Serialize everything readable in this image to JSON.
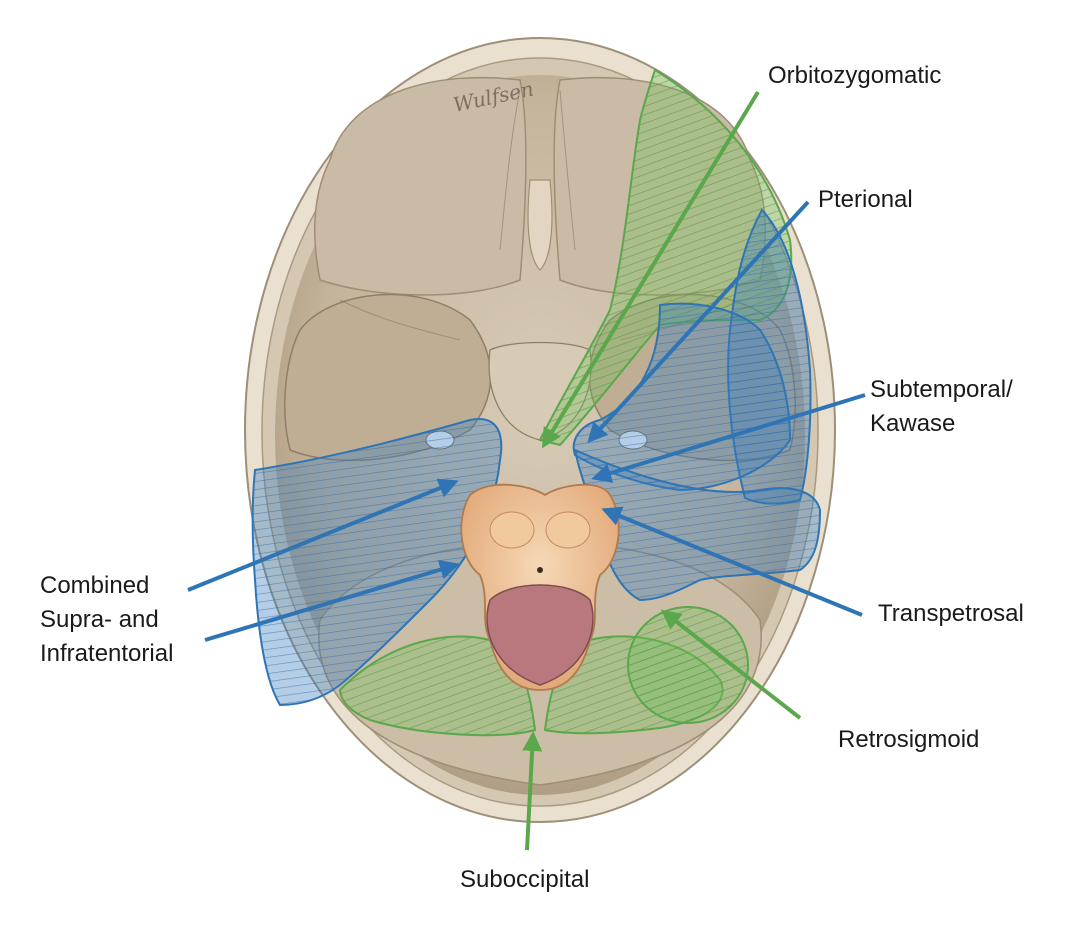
{
  "colors": {
    "green_approach": "#5aa84b",
    "blue_approach": "#2f75b5",
    "bone": "#c7b8a0",
    "skull_rim": "#e6dccb",
    "brainstem": "#e9b98a"
  },
  "signature": "Wulfsen",
  "labels": {
    "orbitozygomatic": "Orbitozygomatic",
    "pterional": "Pterional",
    "subtemporal_line1": "Subtemporal/",
    "subtemporal_line2": "Kawase",
    "transpetrosal": "Transpetrosal",
    "retrosigmoid": "Retrosigmoid",
    "suboccipital": "Suboccipital",
    "combined_line1": "Combined",
    "combined_line2": "Supra- and",
    "combined_line3": "Infratentorial"
  }
}
